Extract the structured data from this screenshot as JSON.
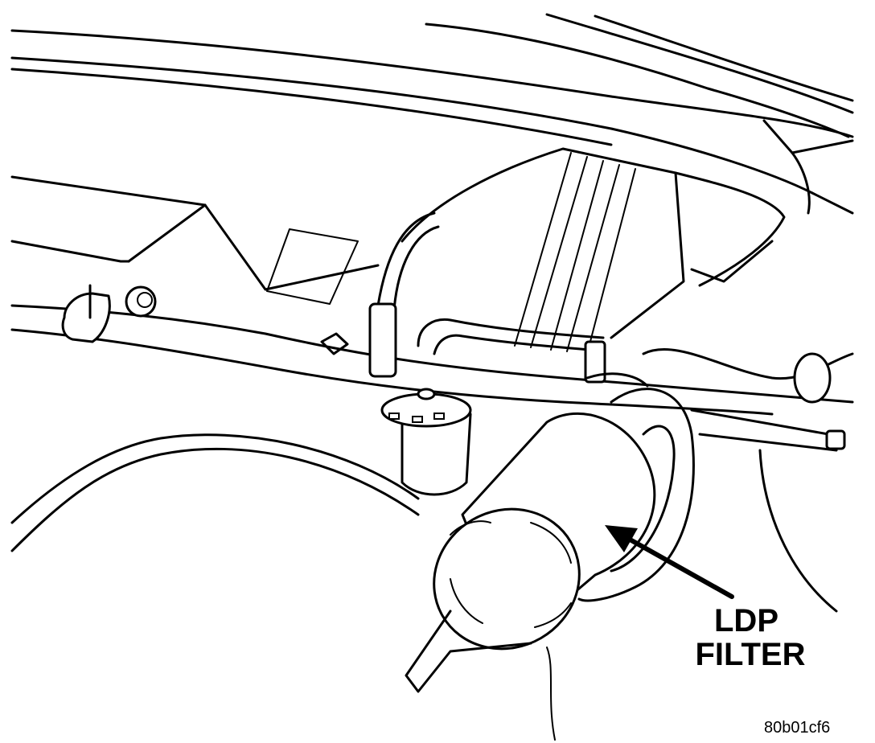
{
  "callout": {
    "line1": "LDP",
    "line2": "FILTER"
  },
  "figure_code": "80b01cf6",
  "colors": {
    "ink": "#000000",
    "paper": "#ffffff"
  }
}
